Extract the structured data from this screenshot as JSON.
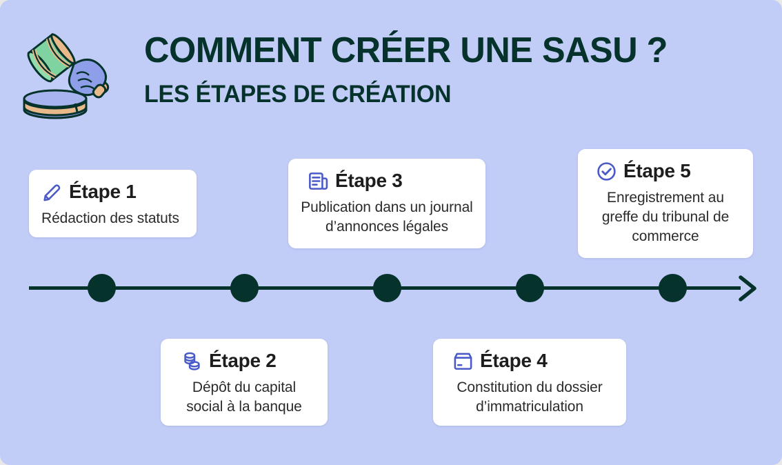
{
  "header": {
    "title": "COMMENT CRÉER UNE SASU ?",
    "subtitle": "LES ÉTAPES DE CRÉATION",
    "illustration_name": "gavel-illustration"
  },
  "colors": {
    "background": "#c2cdf7",
    "dark_green": "#05322b",
    "icon_indigo": "#4a5ac8",
    "card_background": "#ffffff",
    "text_dark": "#1d1d1f",
    "gavel_head": "#7fd3a0",
    "gavel_hand": "#8f9ee8",
    "gavel_band": "#e8b98a"
  },
  "timeline": {
    "dot_count": 5,
    "dot_positions_x": [
      127,
      334,
      541,
      748,
      955
    ],
    "arrow_icon": "arrow-right-icon"
  },
  "steps": [
    {
      "id": "card-1",
      "title": "Étape 1",
      "description": "Rédaction des statuts",
      "icon": "pencil-icon"
    },
    {
      "id": "card-2",
      "title": "Étape 2",
      "description": "Dépôt du capital social à la banque",
      "icon": "coins-icon"
    },
    {
      "id": "card-3",
      "title": "Étape 3",
      "description": "Publication dans un journal d’annonces légales",
      "icon": "newspaper-icon"
    },
    {
      "id": "card-4",
      "title": "Étape 4",
      "description": "Constitution du dossier d’immatriculation",
      "icon": "inbox-icon"
    },
    {
      "id": "card-5",
      "title": "Étape 5",
      "description": "Enregistrement au greffe du tribunal de commerce",
      "icon": "check-circle-icon"
    }
  ]
}
